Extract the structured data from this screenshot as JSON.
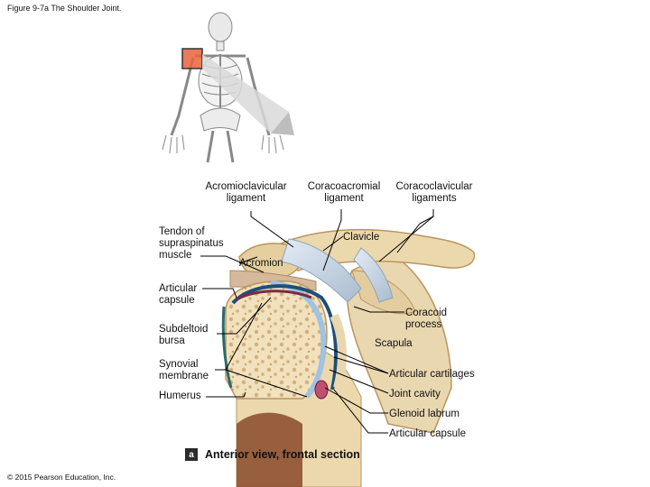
{
  "figure_title": "Figure 9-7a The Shoulder Joint.",
  "copyright": "© 2015 Pearson Education, Inc.",
  "caption": {
    "letter": "a",
    "text": "Anterior view, frontal section"
  },
  "labels": {
    "acromioclavicular_1": "Acromioclavicular",
    "acromioclavicular_2": "ligament",
    "coracoacromial_1": "Coracoacromial",
    "coracoacromial_2": "ligament",
    "coracoclavicular_1": "Coracoclavicular",
    "coracoclavicular_2": "ligaments",
    "tendon_1": "Tendon of",
    "tendon_2": "supraspinatus",
    "tendon_3": "muscle",
    "clavicle": "Clavicle",
    "acromion": "Acromion",
    "articular_capsule_left_1": "Articular",
    "articular_capsule_left_2": "capsule",
    "coracoid_1": "Coracoid",
    "coracoid_2": "process",
    "subdeltoid_1": "Subdeltoid",
    "subdeltoid_2": "bursa",
    "scapula": "Scapula",
    "synovial_1": "Synovial",
    "synovial_2": "membrane",
    "articular_cartilages": "Articular cartilages",
    "humerus": "Humerus",
    "joint_cavity": "Joint cavity",
    "glenoid_labrum": "Glenoid labrum",
    "articular_capsule_right": "Articular capsule"
  },
  "colors": {
    "bone": "#e9d7b0",
    "bone_dark": "#c9a978",
    "marrow": "#8a4a2a",
    "ligament": "#c9d6e4",
    "capsule": "#1f4e78",
    "cartilage": "#9fc3e0",
    "highlight": "#e05a2a"
  }
}
